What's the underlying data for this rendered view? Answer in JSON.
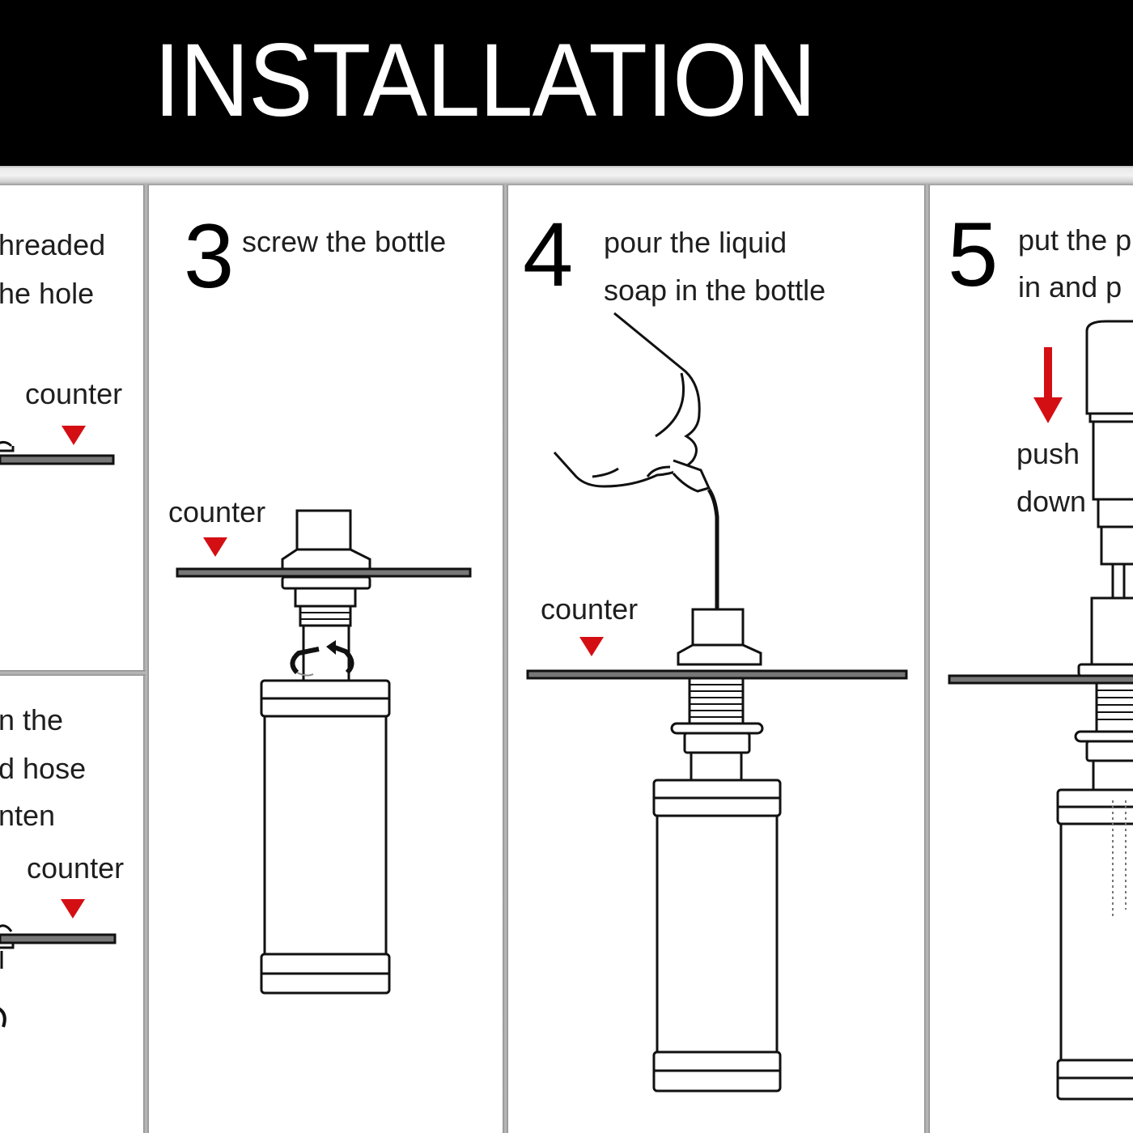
{
  "header": {
    "title": "INSTALLATION",
    "background": "#000000",
    "text_color": "#ffffff"
  },
  "accent_color": "#d40f14",
  "panels": {
    "step1_partial": {
      "text_lines": [
        "hreaded",
        "he hole"
      ],
      "label": "counter",
      "marker_icon": "red-down-triangle"
    },
    "step2_partial": {
      "text_lines": [
        "n the",
        "d hose",
        "nten"
      ],
      "label": "counter",
      "marker_icon": "red-down-triangle"
    },
    "step3": {
      "number": "3",
      "text_lines": [
        "screw the bottle"
      ],
      "label": "counter",
      "marker_icon": "red-down-triangle",
      "rotation_icon": "twist-arrows"
    },
    "step4": {
      "number": "4",
      "text_lines": [
        "pour the liquid",
        "soap in the bottle"
      ],
      "label": "counter",
      "marker_icon": "red-down-triangle"
    },
    "step5": {
      "number": "5",
      "text_lines": [
        "put the p",
        "in and p"
      ],
      "action_lines": [
        "push",
        "down"
      ],
      "action_icon": "red-down-arrow"
    }
  }
}
